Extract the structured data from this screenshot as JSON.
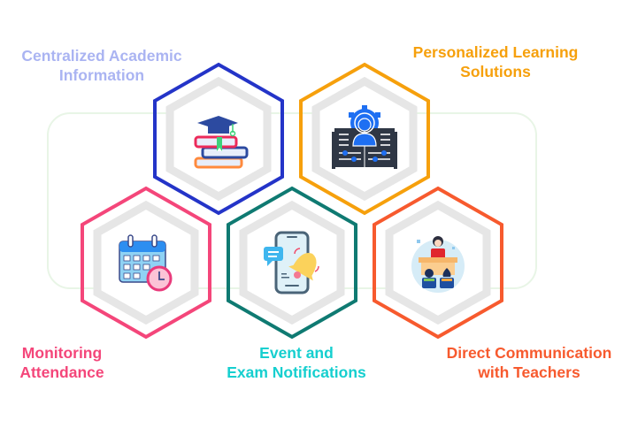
{
  "diagram": {
    "title": "",
    "colors": {
      "frame": "#e8f5e6",
      "shadow": "#e4e4e4"
    },
    "items": [
      {
        "id": "centralized-academic-information",
        "label_line1": "Centralized Academic",
        "label_line2": "Information",
        "color": "#2434c8",
        "label_color": "#aab4f2",
        "icon": "graduation-books-icon"
      },
      {
        "id": "personalized-learning-solutions",
        "label_line1": "Personalized Learning",
        "label_line2": "Solutions",
        "color": "#f6a00c",
        "label_color": "#f6a00c",
        "icon": "learner-book-gear-icon"
      },
      {
        "id": "monitoring-attendance",
        "label_line1": "Monitoring",
        "label_line2": "Attendance",
        "color": "#f4467a",
        "label_color": "#f4467a",
        "icon": "calendar-clock-icon"
      },
      {
        "id": "event-exam-notifications",
        "label_line1": "Event and",
        "label_line2": "Exam Notifications",
        "color": "#0f7a72",
        "label_color": "#16cfcf",
        "icon": "phone-notification-icon"
      },
      {
        "id": "direct-communication-teachers",
        "label_line1": "Direct Communication",
        "label_line2": "with Teachers",
        "color": "#f75a2e",
        "label_color": "#f75a2e",
        "icon": "teacher-students-icon"
      }
    ]
  }
}
